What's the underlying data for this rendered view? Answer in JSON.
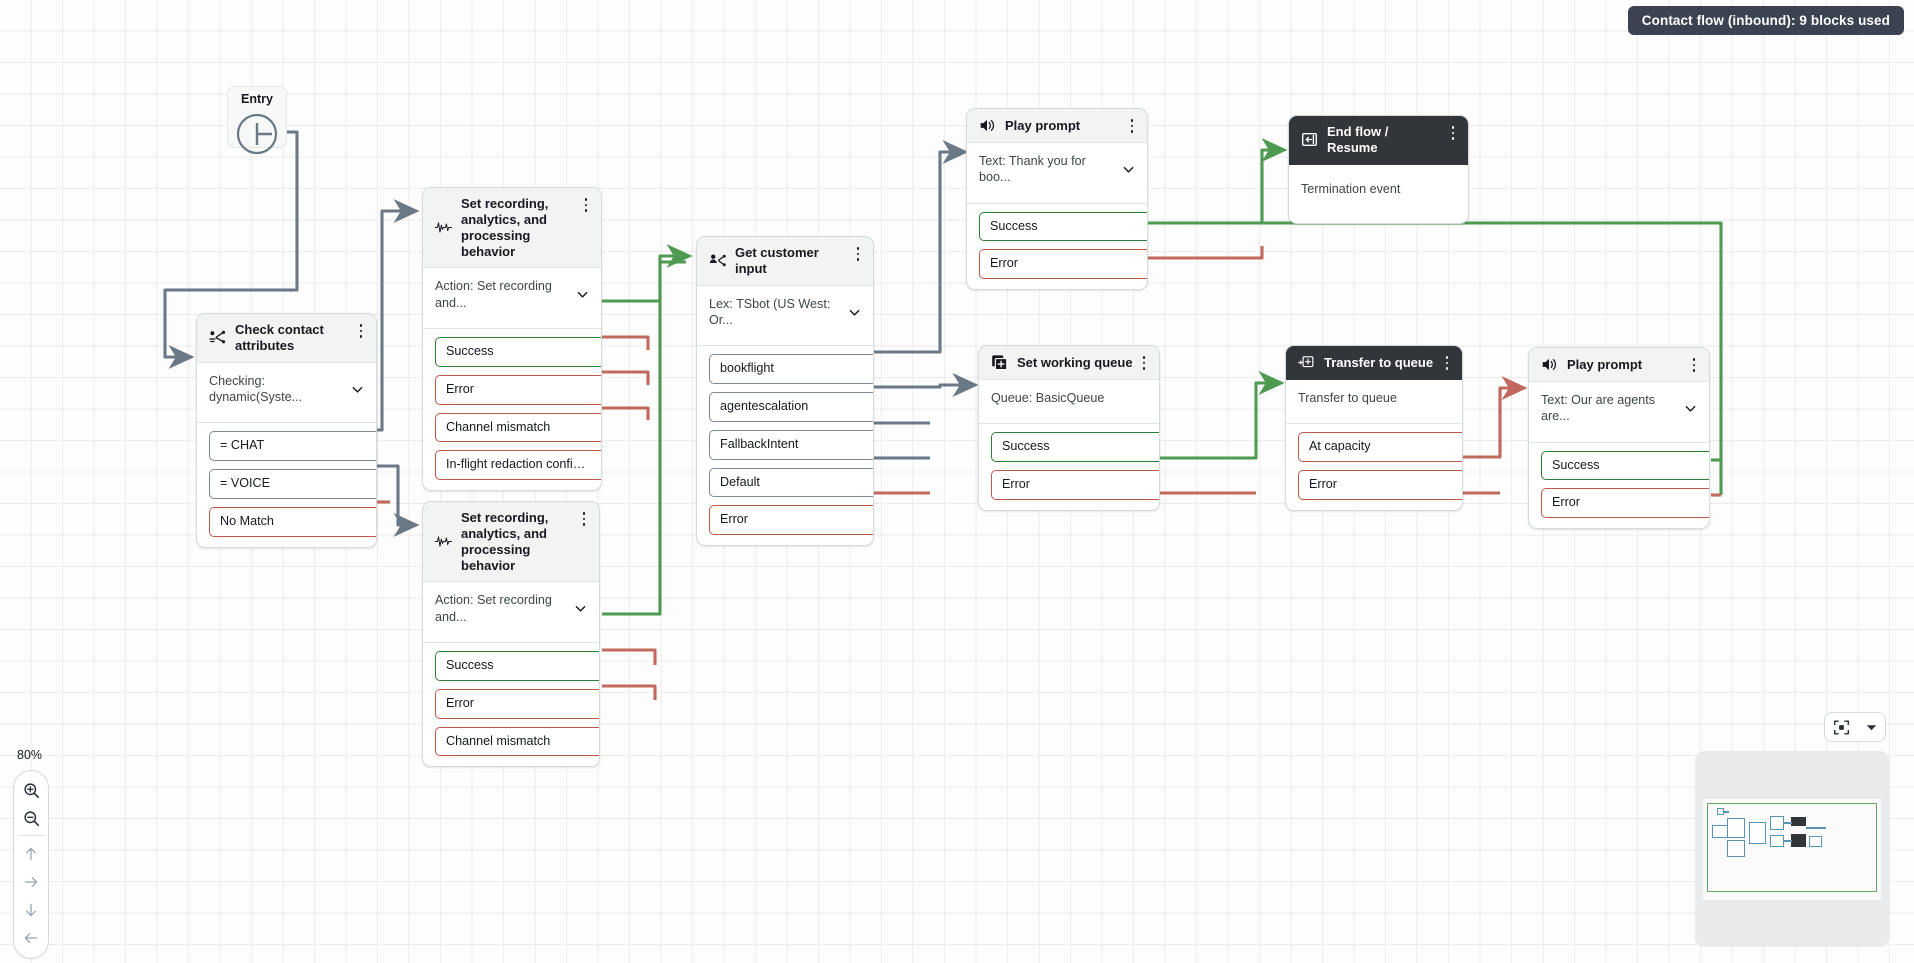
{
  "header": {
    "badge": "Contact flow (inbound): 9 blocks used"
  },
  "entry": {
    "label": "Entry",
    "icon": "entry-circle-icon"
  },
  "nodes": [
    {
      "id": "check-contact-attributes",
      "title": "Check contact attributes",
      "icon": "check-attributes-icon",
      "desc": "Checking: dynamic(Syste...",
      "has_chevron": true,
      "dark": false,
      "branches": [
        {
          "label": "= CHAT",
          "kind": "neutral"
        },
        {
          "label": "= VOICE",
          "kind": "neutral"
        },
        {
          "label": "No Match",
          "kind": "error"
        }
      ]
    },
    {
      "id": "set-recording-1",
      "title": "Set recording, analytics, and processing behavior",
      "icon": "waveform-icon",
      "desc": "Action: Set recording and...",
      "has_chevron": true,
      "dark": false,
      "branches": [
        {
          "label": "Success",
          "kind": "success"
        },
        {
          "label": "Error",
          "kind": "error"
        },
        {
          "label": "Channel mismatch",
          "kind": "error"
        },
        {
          "label": "In-flight redaction configur...",
          "kind": "error"
        }
      ]
    },
    {
      "id": "set-recording-2",
      "title": "Set recording, analytics, and processing behavior",
      "icon": "waveform-icon",
      "desc": "Action: Set recording and...",
      "has_chevron": true,
      "dark": false,
      "branches": [
        {
          "label": "Success",
          "kind": "success"
        },
        {
          "label": "Error",
          "kind": "error"
        },
        {
          "label": "Channel mismatch",
          "kind": "error"
        }
      ]
    },
    {
      "id": "get-customer-input",
      "title": "Get customer input",
      "icon": "customer-input-icon",
      "desc": "Lex: TSbot (US West: Or...",
      "has_chevron": true,
      "dark": false,
      "branches": [
        {
          "label": "bookflight",
          "kind": "neutral"
        },
        {
          "label": "agentescalation",
          "kind": "neutral"
        },
        {
          "label": "FallbackIntent",
          "kind": "neutral"
        },
        {
          "label": "Default",
          "kind": "neutral"
        },
        {
          "label": "Error",
          "kind": "error"
        }
      ]
    },
    {
      "id": "play-prompt-1",
      "title": "Play prompt",
      "icon": "speaker-icon",
      "desc": "Text: Thank you for boo...",
      "has_chevron": true,
      "dark": false,
      "branches": [
        {
          "label": "Success",
          "kind": "success"
        },
        {
          "label": "Error",
          "kind": "error"
        }
      ]
    },
    {
      "id": "end-flow-resume",
      "title": "End flow / Resume",
      "icon": "end-flow-icon",
      "desc": "Termination event",
      "has_chevron": false,
      "dark": true,
      "branches": []
    },
    {
      "id": "set-working-queue",
      "title": "Set working queue",
      "icon": "set-queue-icon",
      "desc": "Queue: BasicQueue",
      "has_chevron": false,
      "dark": false,
      "branches": [
        {
          "label": "Success",
          "kind": "success"
        },
        {
          "label": "Error",
          "kind": "error"
        }
      ]
    },
    {
      "id": "transfer-to-queue",
      "title": "Transfer to queue",
      "icon": "transfer-queue-icon",
      "desc": "Transfer to queue",
      "has_chevron": false,
      "dark": true,
      "branches": [
        {
          "label": "At capacity",
          "kind": "error"
        },
        {
          "label": "Error",
          "kind": "error"
        }
      ]
    },
    {
      "id": "play-prompt-2",
      "title": "Play prompt",
      "icon": "speaker-icon",
      "desc": "Text: Our are agents are...",
      "has_chevron": true,
      "dark": false,
      "branches": [
        {
          "label": "Success",
          "kind": "success"
        },
        {
          "label": "Error",
          "kind": "error"
        }
      ]
    }
  ],
  "zoom": {
    "level": "80%",
    "zoom_in_icon": "zoom-in-icon",
    "zoom_out_icon": "zoom-out-icon",
    "pan_up_icon": "arrow-up-icon",
    "pan_right_icon": "arrow-right-icon",
    "pan_down_icon": "arrow-down-icon",
    "pan_left_icon": "arrow-left-icon"
  },
  "minimap": {
    "fit_icon": "fit-to-screen-icon",
    "collapse_icon": "chevron-down-icon"
  },
  "colors": {
    "success": "#2e7d32",
    "error": "#c0584a",
    "neutral": "#7d8998",
    "edge": "#6b7886",
    "badge_bg": "#3b4250",
    "dark_header": "#32363b"
  }
}
